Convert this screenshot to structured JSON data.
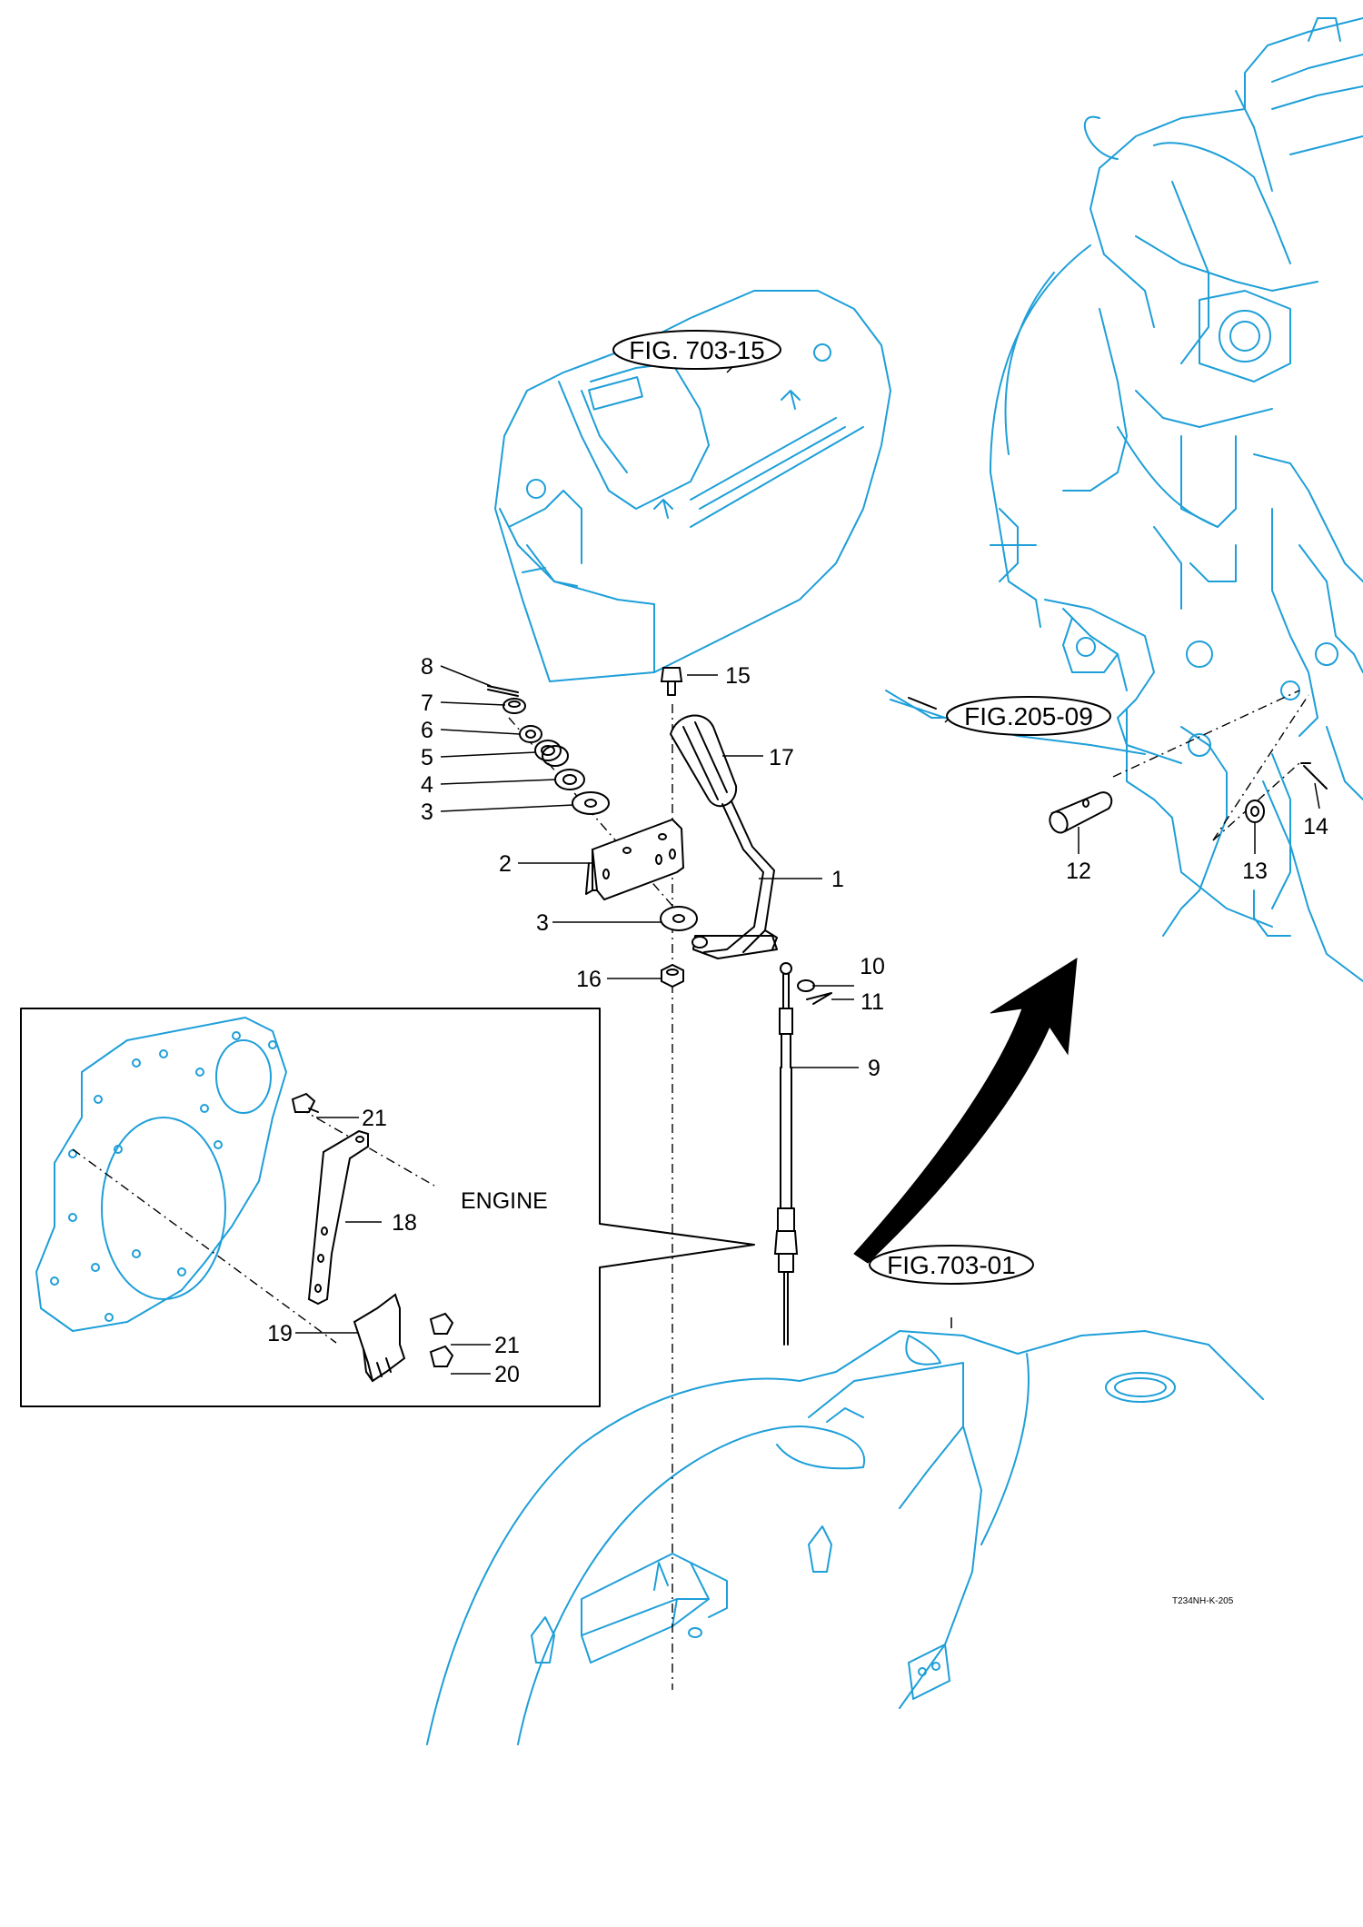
{
  "figure_refs": {
    "fig_703_15": "FIG. 703-15",
    "fig_205_09": "FIG.205-09",
    "fig_703_01": "FIG.703-01"
  },
  "engine_label": "ENGINE",
  "drawing_code": "T234NH-K-205",
  "callouts": {
    "c1": "1",
    "c2": "2",
    "c3a": "3",
    "c3b": "3",
    "c4": "4",
    "c5": "5",
    "c6": "6",
    "c7": "7",
    "c8": "8",
    "c9": "9",
    "c10": "10",
    "c11": "11",
    "c12": "12",
    "c13": "13",
    "c14": "14",
    "c15": "15",
    "c16": "16",
    "c17": "17",
    "c18": "18",
    "c19": "19",
    "c20": "20",
    "c21a": "21",
    "c21b": "21"
  },
  "colors": {
    "reference_line": "#1e9fd8",
    "part_line": "#000000"
  }
}
